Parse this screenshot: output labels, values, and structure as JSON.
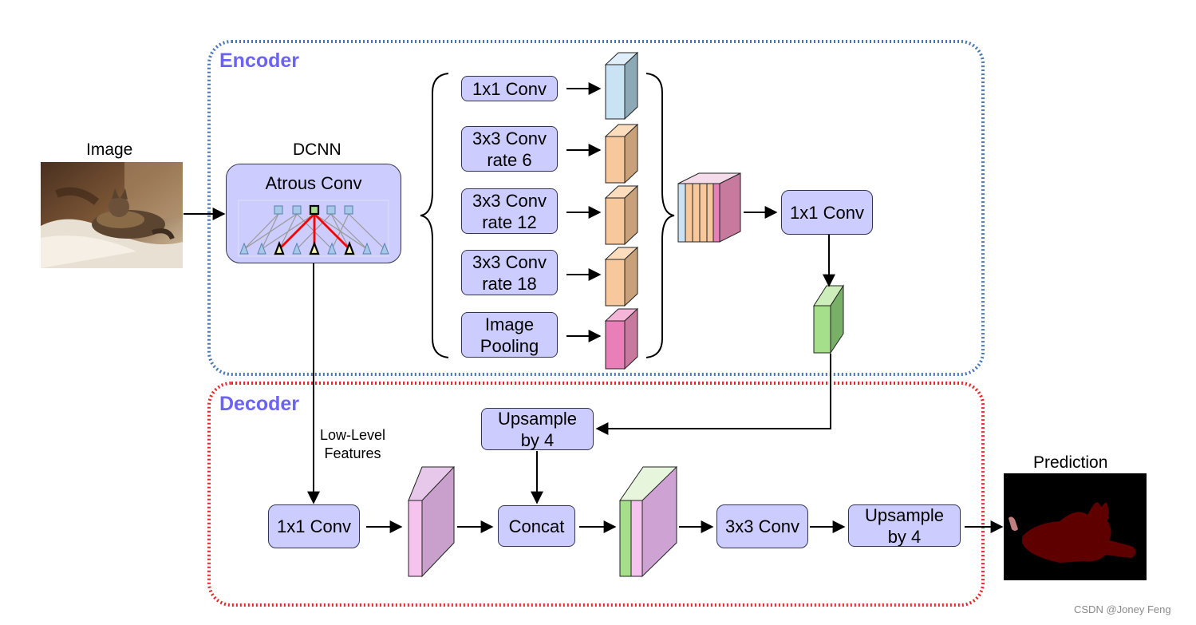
{
  "encoder": {
    "title": "Encoder",
    "dcnn_label": "DCNN",
    "atrous_label": "Atrous Conv",
    "branches": [
      "1x1 Conv",
      "3x3 Conv\nrate 6",
      "3x3 Conv\nrate 12",
      "3x3 Conv\nrate 18",
      "Image\nPooling"
    ],
    "post_conv": "1x1 Conv"
  },
  "decoder": {
    "title": "Decoder",
    "low_level": "Low-Level\nFeatures",
    "low_conv": "1x1 Conv",
    "upsample1": "Upsample\nby 4",
    "concat": "Concat",
    "conv3": "3x3 Conv",
    "upsample2": "Upsample\nby 4"
  },
  "input_label": "Image",
  "output_label": "Prediction",
  "watermark": "CSDN @Joney Feng",
  "colors": {
    "encoder_border": "#4a77b4",
    "decoder_border": "#e8262a",
    "box_fill": "#ccccff",
    "title": "#6b63f5",
    "blue_feature": "#c9e3f5",
    "orange_feature": "#f7c89b",
    "pink_feature": "#e87fb8",
    "green_feature": "#a5df8c",
    "purple_feature": "#cfa2d4",
    "highlight_red": "#ff0000"
  }
}
